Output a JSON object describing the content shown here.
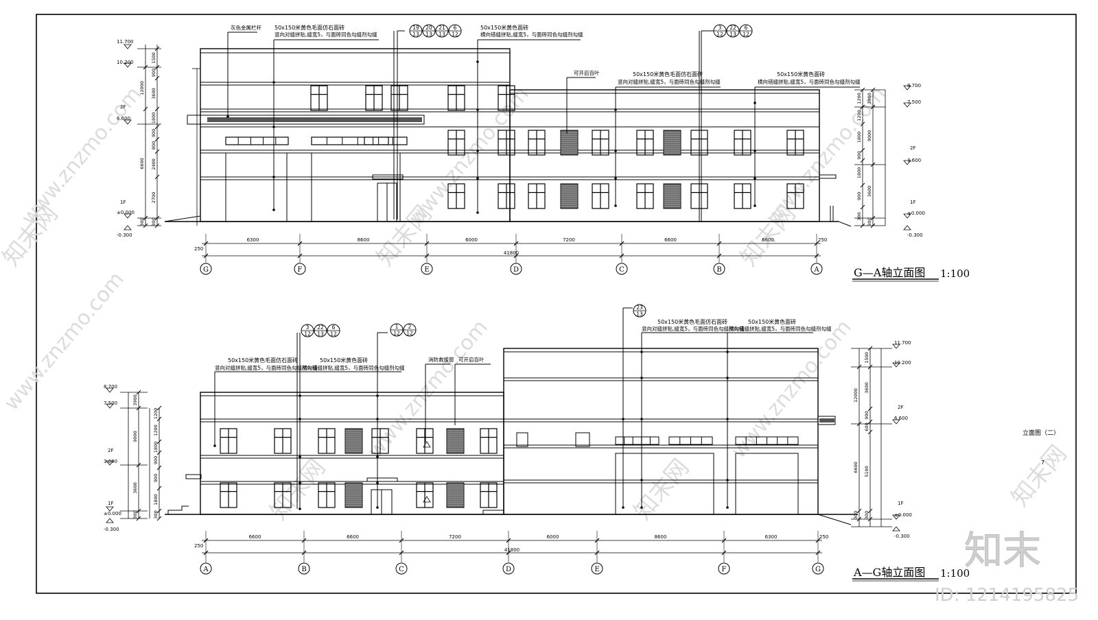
{
  "top_elevation": {
    "title": "G—A轴立面图",
    "scale": "1:100",
    "axis_labels": [
      "G",
      "F",
      "E",
      "D",
      "C",
      "B",
      "A"
    ],
    "spans": [
      "6300",
      "8600",
      "6000",
      "7200",
      "6600",
      "6600"
    ],
    "total": "41800",
    "end_offset_left": "250",
    "end_offset_right": "250",
    "callouts": [
      {
        "line1": "灰色金属栏杆",
        "line2": ""
      },
      {
        "line1": "50x150米黄色毛面仿石面砖",
        "line2": "竖向对缝拼贴,缝宽5，与面砖同色勾缝剂勾缝"
      },
      {
        "line1": "50x150米黄色面砖",
        "line2": "横向错缝拼贴,缝宽5，与面砖同色勾缝剂勾缝"
      },
      {
        "line1": "可开启百叶",
        "line2": ""
      },
      {
        "line1": "50x150米黄色毛面仿石面砖",
        "line2": "竖向对缝拼贴,缝宽5，与面砖同色勾缝剂勾缝"
      },
      {
        "line1": "50x150米黄色面砖",
        "line2": "横向错缝拼贴,缝宽5，与面砖同色勾缝剂勾缝"
      }
    ],
    "detail_refs_1": [
      {
        "n": "19",
        "d": "13"
      },
      {
        "n": "20",
        "d": "13"
      },
      {
        "n": "21",
        "d": "13"
      },
      {
        "n": "6",
        "d": "12"
      }
    ],
    "detail_refs_2": [
      {
        "n": "3",
        "d": "12"
      },
      {
        "n": "22",
        "d": "13"
      },
      {
        "n": "6",
        "d": "12"
      }
    ],
    "left_levels": [
      {
        "label": "11.700",
        "floor": ""
      },
      {
        "label": "10.200",
        "floor": ""
      },
      {
        "label": "6.600",
        "floor": "2F"
      },
      {
        "label": "±0.000",
        "floor": "1F"
      },
      {
        "label": "-0.300",
        "floor": ""
      }
    ],
    "left_dims_inner": [
      "1500",
      "900",
      "3600",
      "1800",
      "900",
      "800",
      "2400",
      "2700",
      "300"
    ],
    "left_dims_outer": [
      "12000",
      "6600",
      "300"
    ],
    "right_levels": [
      {
        "label": "8.700",
        "floor": ""
      },
      {
        "label": "7.500",
        "floor": ""
      },
      {
        "label": "3.600",
        "floor": "2F"
      },
      {
        "label": "±0.000",
        "floor": "1F"
      },
      {
        "label": "-0.300",
        "floor": ""
      }
    ],
    "right_dims_inner": [
      "1200",
      "1200",
      "1800",
      "900",
      "1800",
      "900",
      "300"
    ],
    "right_dims_outer": [
      "3900",
      "9000",
      "3600",
      "300"
    ]
  },
  "bottom_elevation": {
    "title": "A—G轴立面图",
    "scale": "1:100",
    "axis_labels": [
      "A",
      "B",
      "C",
      "D",
      "E",
      "F",
      "G"
    ],
    "spans": [
      "6600",
      "6600",
      "7200",
      "6000",
      "8600",
      "6300"
    ],
    "total": "41800",
    "end_offset_left": "250",
    "end_offset_right": "250",
    "callouts": [
      {
        "line1": "50x150米黄色毛面仿石面砖",
        "line2": "竖向对缝拼贴,缝宽5，与面砖同色勾缝剂勾缝"
      },
      {
        "line1": "50x150米黄色面砖",
        "line2": "横向错缝拼贴,缝宽5，与面砖同色勾缝剂勾缝"
      },
      {
        "line1": "消防救援窗",
        "line2": ""
      },
      {
        "line1": "可开启百叶",
        "line2": ""
      },
      {
        "line1": "50x150米黄色毛面仿石面砖",
        "line2": "竖向对缝拼贴,缝宽5，与面砖同色勾缝剂勾缝"
      },
      {
        "line1": "50x150米黄色面砖",
        "line2": "横向错缝拼贴,缝宽5，与面砖同色勾缝剂勾缝"
      }
    ],
    "detail_refs_1": [
      {
        "n": "3",
        "d": "12"
      },
      {
        "n": "22",
        "d": "13"
      },
      {
        "n": "6",
        "d": "12"
      }
    ],
    "detail_refs_2": [
      {
        "n": "1",
        "d": "12"
      },
      {
        "n": "2",
        "d": "12"
      }
    ],
    "detail_refs_3": [
      {
        "n": "23",
        "d": "13"
      }
    ],
    "left_levels": [
      {
        "label": "8.700",
        "floor": ""
      },
      {
        "label": "7.500",
        "floor": ""
      },
      {
        "label": "3.600",
        "floor": "2F"
      },
      {
        "label": "±0.000",
        "floor": "1F"
      },
      {
        "label": "-0.300",
        "floor": ""
      }
    ],
    "left_dims_inner": [
      "1200",
      "1200",
      "1800",
      "900",
      "900",
      "1800",
      "300"
    ],
    "left_dims_outer": [
      "3900",
      "9000",
      "3600",
      "300"
    ],
    "right_levels": [
      {
        "label": "11.700",
        "floor": ""
      },
      {
        "label": "10.200",
        "floor": ""
      },
      {
        "label": "6.600",
        "floor": "2F"
      },
      {
        "label": "±0.000",
        "floor": "1F"
      },
      {
        "label": "-0.300",
        "floor": ""
      }
    ],
    "right_dims_inner": [
      "1500",
      "3600",
      "900",
      "600",
      "5100",
      "300"
    ],
    "right_dims_outer": [
      "12000",
      "6600",
      "300"
    ]
  },
  "sheet": {
    "name": "立面图（二）",
    "number": "7"
  },
  "watermark": {
    "text": "www.znzmo.com",
    "brand_cn": "知末网",
    "logo": "知末",
    "id": "ID: 1214195825"
  }
}
